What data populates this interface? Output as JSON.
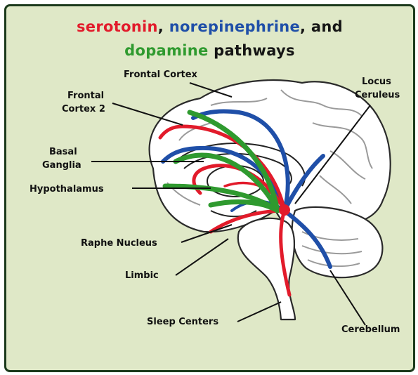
{
  "title": {
    "serotonin": "serotonin",
    "sep1": ", ",
    "norepinephrine": "norepinephrine",
    "sep2": ", and",
    "dopamine": "dopamine",
    "pathways": " pathways"
  },
  "labels": {
    "frontal_cortex": "Frontal Cortex",
    "frontal_cortex_2_line1": "Frontal",
    "frontal_cortex_2_line2": "Cortex 2",
    "basal_ganglia_line1": "Basal",
    "basal_ganglia_line2": "Ganglia",
    "hypothalamus": "Hypothalamus",
    "raphe_nucleus": "Raphe Nucleus",
    "limbic": "Limbic",
    "sleep_centers": "Sleep Centers",
    "locus_ceruleus_line1": "Locus",
    "locus_ceruleus_line2": "Ceruleus",
    "cerebellum": "Cerebellum"
  },
  "colors": {
    "serotonin": "#e21b2b",
    "norepinephrine": "#1f4fa8",
    "dopamine": "#2f9a2f",
    "background": "#dfe8c7",
    "brain_fill": "#ffffff",
    "border": "#1c3a1c"
  }
}
